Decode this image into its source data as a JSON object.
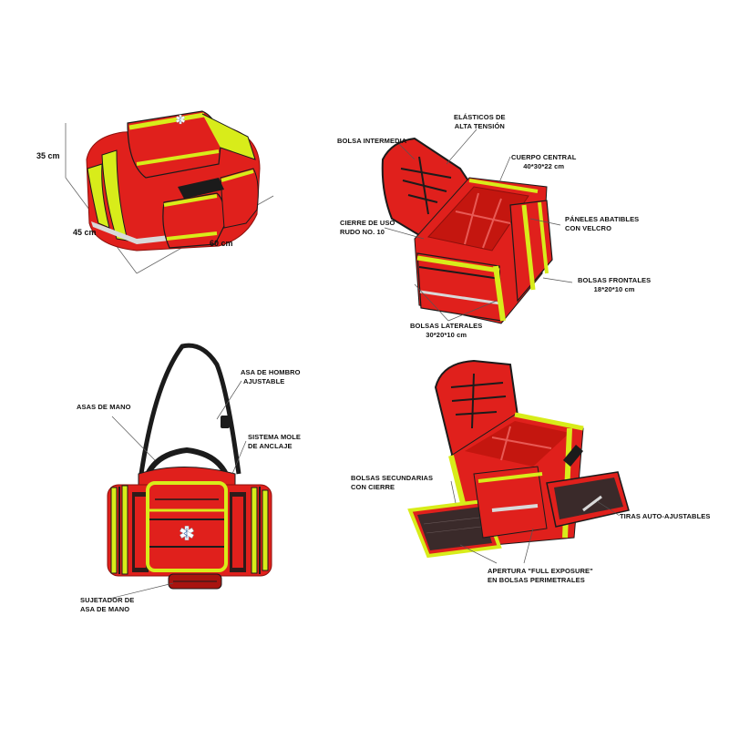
{
  "colors": {
    "bag_red": "#e0201c",
    "bag_dark_red": "#a8140f",
    "hi_vis_yellow": "#d8ec1a",
    "reflective_silver": "#d9d9d9",
    "strap_black": "#1b1b1b",
    "background": "#ffffff"
  },
  "icons": {
    "emblem": "star-of-life-icon"
  },
  "panel_dimensions": {
    "height": "35 cm",
    "depth": "45 cm",
    "width": "60 cm"
  },
  "panel_interior": {
    "bolsa_intermedia": "BOLSA INTERMEDIA",
    "elasticos_1": "ELÁSTICOS DE",
    "elasticos_2": "ALTA TENSIÓN",
    "cuerpo_central_1": "CUERPO CENTRAL",
    "cuerpo_central_2": "40*30*22 cm",
    "cierre_1": "CIERRE DE USO",
    "cierre_2": "RUDO NO. 10",
    "paneles_1": "PÁNELES ABATIBLES",
    "paneles_2": "CON VELCRO",
    "bolsas_frontales_1": "BOLSAS FRONTALES",
    "bolsas_frontales_2": "18*20*10 cm",
    "bolsas_laterales_1": "BOLSAS LATERALES",
    "bolsas_laterales_2": "30*20*10 cm"
  },
  "panel_front": {
    "asa_hombro_1": "ASA DE HOMBRO",
    "asa_hombro_2": "AJUSTABLE",
    "asas_mano": "ASAS DE MANO",
    "sistema_mole_1": "SISTEMA MOLE",
    "sistema_mole_2": "DE ANCLAJE",
    "sujetador_1": "SUJETADOR DE",
    "sujetador_2": "ASA DE MANO"
  },
  "panel_open": {
    "bolsas_secundarias_1": "BOLSAS SECUNDARIAS",
    "bolsas_secundarias_2": "CON CIERRE",
    "tiras": "TIRAS AUTO-AJUSTABLES",
    "apertura_1": "APERTURA \"FULL EXPOSURE\"",
    "apertura_2": "EN BOLSAS PERIMETRALES"
  }
}
